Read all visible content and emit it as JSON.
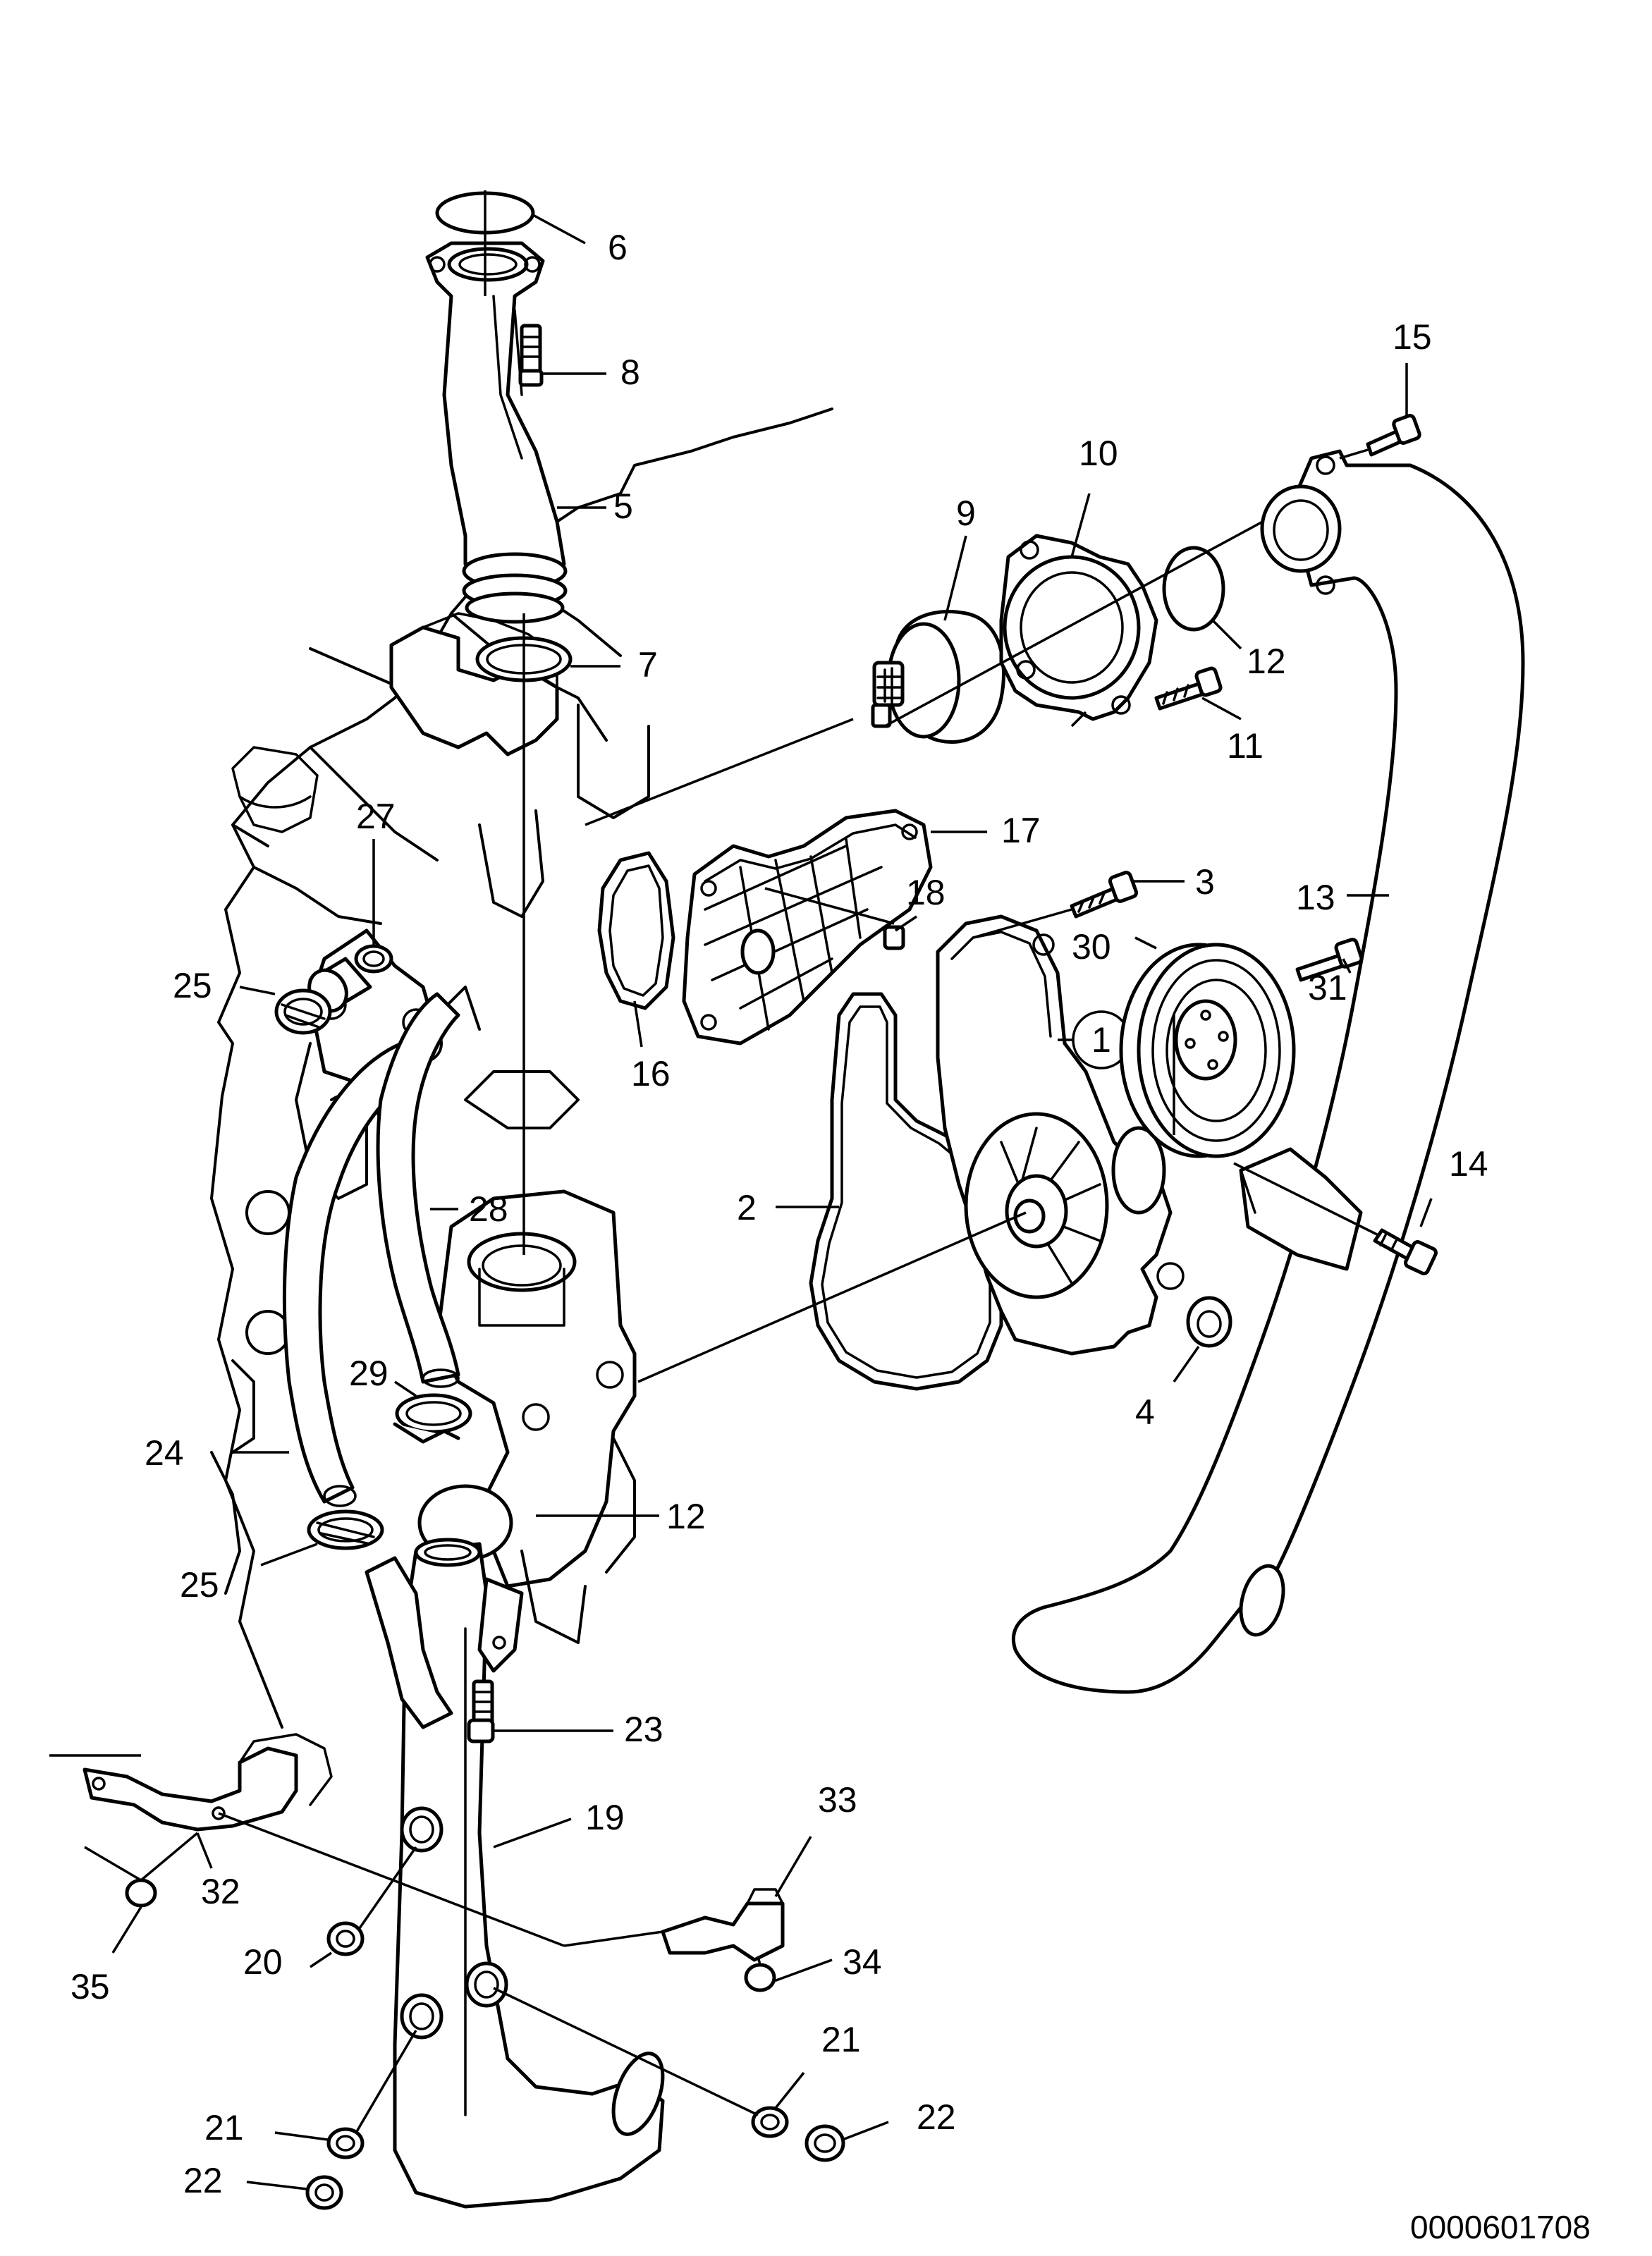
{
  "figure_number": "0000601708",
  "callouts": [
    {
      "id": "c6",
      "text": "6"
    },
    {
      "id": "c8",
      "text": "8"
    },
    {
      "id": "c5",
      "text": "5"
    },
    {
      "id": "c7",
      "text": "7"
    },
    {
      "id": "c9",
      "text": "9"
    },
    {
      "id": "c10",
      "text": "10"
    },
    {
      "id": "c12a",
      "text": "12"
    },
    {
      "id": "c11",
      "text": "11"
    },
    {
      "id": "c15",
      "text": "15"
    },
    {
      "id": "c13",
      "text": "13"
    },
    {
      "id": "c17",
      "text": "17"
    },
    {
      "id": "c18",
      "text": "18"
    },
    {
      "id": "c3",
      "text": "3"
    },
    {
      "id": "c30",
      "text": "30"
    },
    {
      "id": "c31",
      "text": "31"
    },
    {
      "id": "c1",
      "text": "1"
    },
    {
      "id": "c16",
      "text": "16"
    },
    {
      "id": "c27",
      "text": "27"
    },
    {
      "id": "c25a",
      "text": "25"
    },
    {
      "id": "c2",
      "text": "2"
    },
    {
      "id": "c28",
      "text": "28"
    },
    {
      "id": "c14",
      "text": "14"
    },
    {
      "id": "c4",
      "text": "4"
    },
    {
      "id": "c29",
      "text": "29"
    },
    {
      "id": "c24",
      "text": "24"
    },
    {
      "id": "c12b",
      "text": "12"
    },
    {
      "id": "c25b",
      "text": "25"
    },
    {
      "id": "c23",
      "text": "23"
    },
    {
      "id": "c19",
      "text": "19"
    },
    {
      "id": "c33",
      "text": "33"
    },
    {
      "id": "c32",
      "text": "32"
    },
    {
      "id": "c35",
      "text": "35"
    },
    {
      "id": "c20",
      "text": "20"
    },
    {
      "id": "c34",
      "text": "34"
    },
    {
      "id": "c21a",
      "text": "21"
    },
    {
      "id": "c22a",
      "text": "22"
    },
    {
      "id": "c21b",
      "text": "21"
    },
    {
      "id": "c22b",
      "text": "22"
    }
  ]
}
